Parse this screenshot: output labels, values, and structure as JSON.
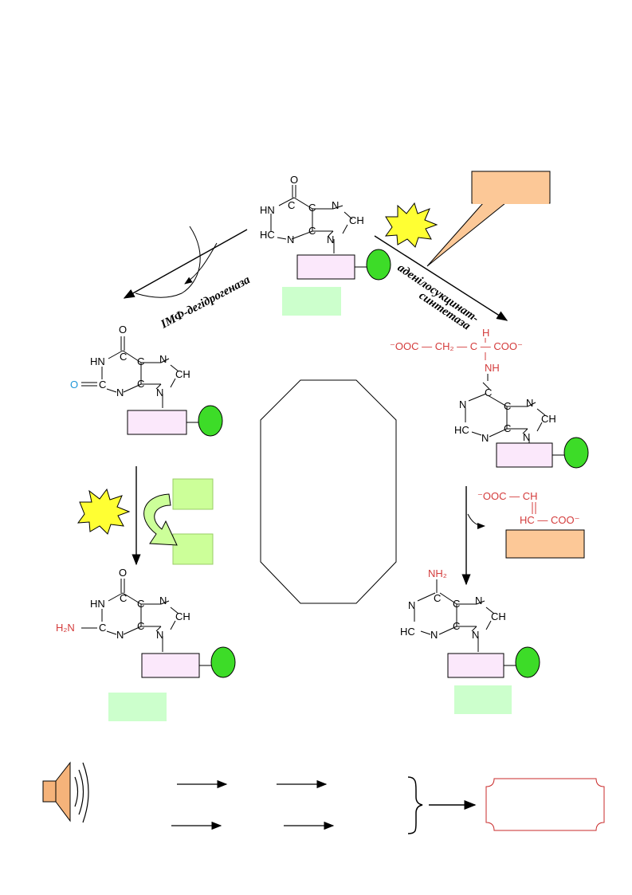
{
  "enzymes": {
    "imp_dehydrogenase": "ІМФ-дегідрогеназа",
    "adenylosuccinate_synthetase_1": "аденілосукцинат-",
    "adenylosuccinate_synthetase_2": "синтетаза"
  },
  "atoms": {
    "O": "O",
    "HN": "HN",
    "N": "N",
    "NH": "NH",
    "CH": "CH",
    "HC": "HC",
    "C": "C",
    "H2N": "H₂N",
    "NH2": "NH₂",
    "H": "H"
  },
  "substituents": {
    "aspartyl_left": "⁻OOC — CH₂ — C — COO⁻",
    "fumarate_top": "⁻OOC — CH",
    "fumarate_bottom": "HC — COO⁻"
  },
  "colors": {
    "ribose_box": "#fbe8fb",
    "phosphate": "#3ddc28",
    "label_green": "#ccffcc",
    "cofactor_green": "#ccff99",
    "orange_box": "#fcc897",
    "burst": "#ffff33",
    "red_text": "#d43c3c",
    "blue_text": "#1e96d8",
    "frame_red": "#c92a2a"
  }
}
